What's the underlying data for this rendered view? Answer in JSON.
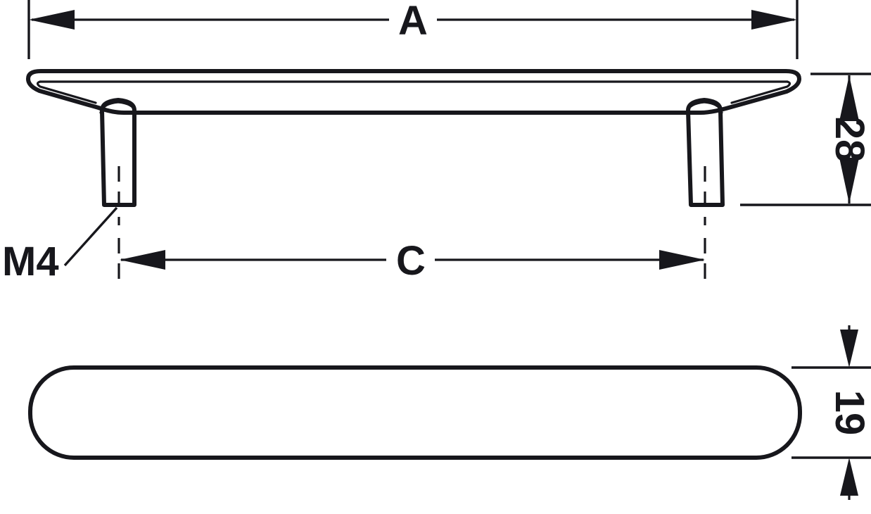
{
  "drawing": {
    "title": "Furniture handle technical drawing",
    "background_color": "#ffffff",
    "line_color": "#17171c",
    "views": [
      {
        "name": "front-elevation",
        "label": ""
      },
      {
        "name": "plan-view",
        "label": ""
      }
    ]
  },
  "dimensions": {
    "overall_length": {
      "name": "A",
      "label": "A",
      "type": "horizontal",
      "view": "front-elevation"
    },
    "center_distance": {
      "name": "C",
      "label": "C",
      "type": "horizontal",
      "view": "front-elevation"
    },
    "projection_height": {
      "name": "28",
      "label": "28",
      "type": "vertical",
      "rotation_deg": 90,
      "view": "front-elevation"
    },
    "bar_width": {
      "name": "19",
      "label": "19",
      "type": "vertical",
      "rotation_deg": 90,
      "view": "plan-view"
    }
  },
  "annotations": {
    "thread_callout": {
      "label": "M4",
      "leader_target": "left-post-base"
    }
  }
}
